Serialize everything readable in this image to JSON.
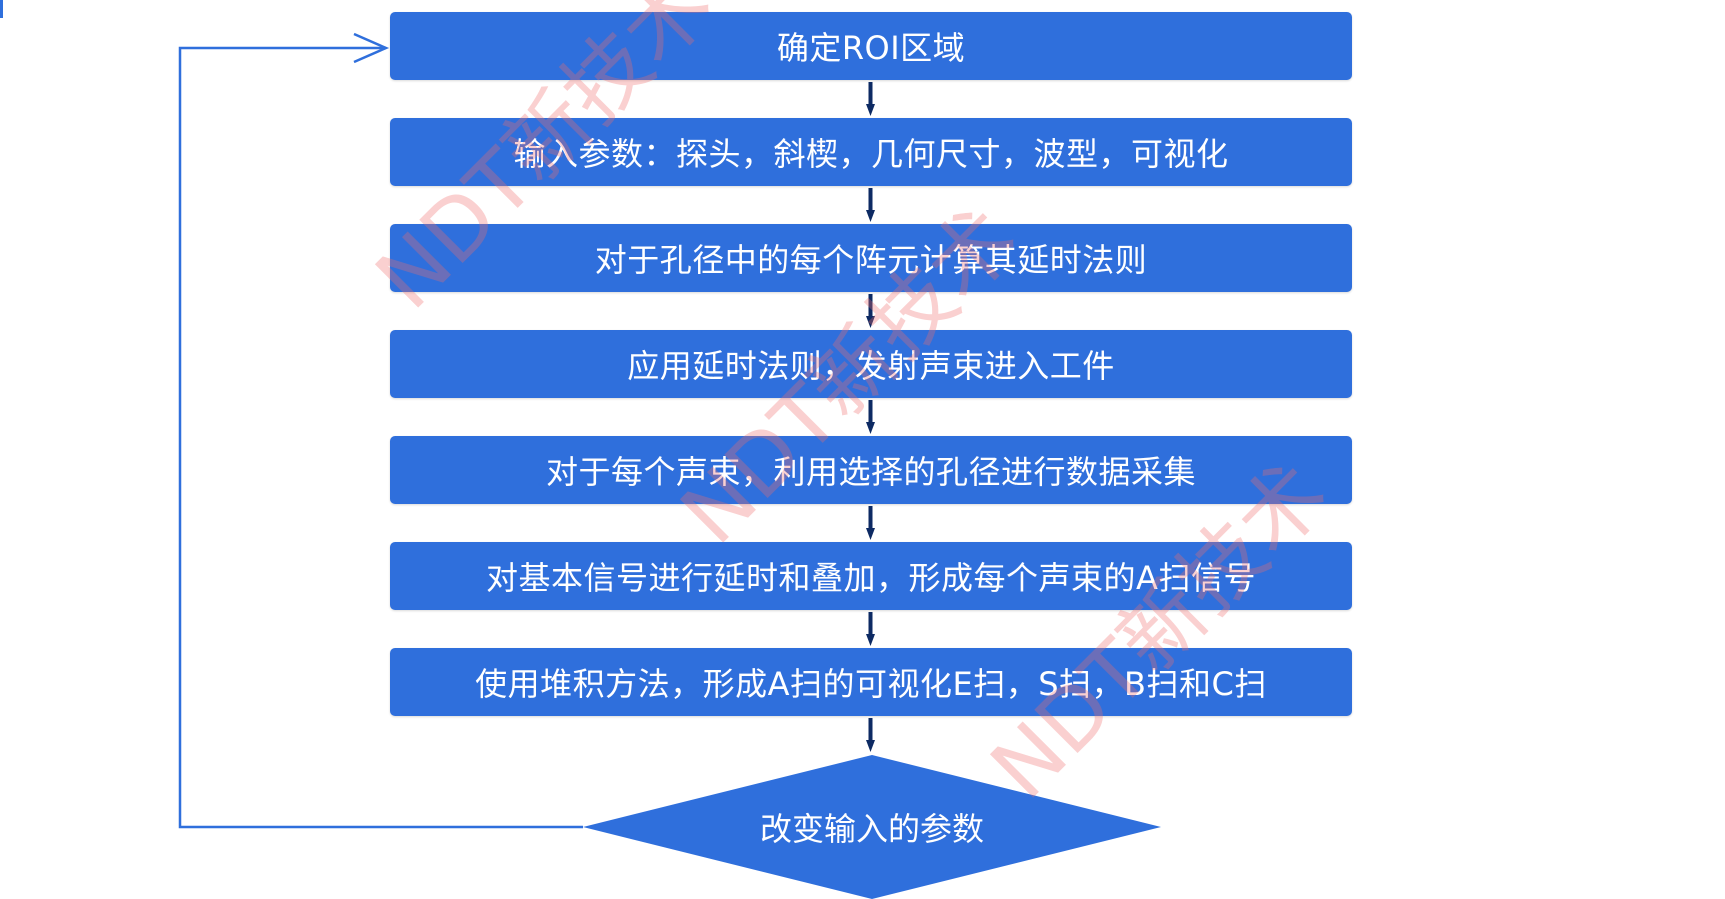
{
  "colors": {
    "box_fill": "#2f6fdc",
    "box_text": "#ffffff",
    "arrow": "#0d2a63",
    "loop_line": "#2f6fdc",
    "watermark": "#f06e6e"
  },
  "steps": [
    {
      "label": "确定ROI区域"
    },
    {
      "label": "输入参数：探头，斜楔，几何尺寸，波型，可视化"
    },
    {
      "label": "对于孔径中的每个阵元计算其延时法则"
    },
    {
      "label": "应用延时法则，发射声束进入工件"
    },
    {
      "label": "对于每个声束，利用选择的孔径进行数据采集"
    },
    {
      "label": "对基本信号进行延时和叠加，形成每个声束的A扫信号"
    },
    {
      "label": "使用堆积方法，形成A扫的可视化E扫，S扫，B扫和C扫"
    }
  ],
  "decision": {
    "label": "改变输入的参数"
  },
  "watermark": {
    "text": "NDT新技术"
  }
}
